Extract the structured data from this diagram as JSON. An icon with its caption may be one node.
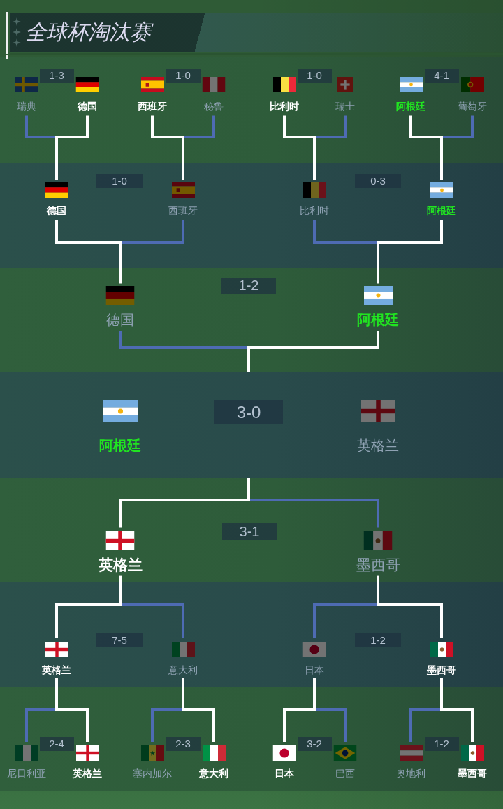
{
  "diagram": {
    "title": "全球杯淘汰赛",
    "nodes": [
      {
        "text": [],
        "shape": "band"
      },
      {
        "text": [
          "瑞典"
        ],
        "in": 0
      },
      {
        "text": [
          "1-3"
        ],
        "in": 0
      },
      {
        "text": [
          "德国"
        ],
        "in": 0
      },
      {
        "text": [
          "西班牙"
        ],
        "in": 0
      },
      {
        "text": [
          "1-0"
        ],
        "in": 0
      },
      {
        "text": [
          "秘鲁"
        ],
        "in": 0
      },
      {
        "text": [
          "比利时"
        ],
        "in": 0
      },
      {
        "text": [
          "1-0"
        ],
        "in": 0
      },
      {
        "text": [
          "瑞士"
        ],
        "in": 0
      },
      {
        "text": [
          "阿根廷"
        ],
        "in": 0
      },
      {
        "text": [
          "4-1"
        ],
        "in": 0
      },
      {
        "text": [
          "葡萄牙"
        ],
        "in": 0
      },
      {
        "text": [],
        "shape": "band"
      },
      {
        "text": [
          "德国"
        ],
        "in": 13
      },
      {
        "text": [
          "1-0"
        ],
        "in": 13
      },
      {
        "text": [
          "西班牙"
        ],
        "in": 13
      },
      {
        "text": [
          "比利时"
        ],
        "in": 13
      },
      {
        "text": [
          "0-3"
        ],
        "in": 13
      },
      {
        "text": [
          "阿根廷"
        ],
        "in": 13
      },
      {
        "text": [],
        "shape": "band"
      },
      {
        "text": [
          "德国"
        ],
        "in": 20
      },
      {
        "text": [
          "1-2"
        ],
        "in": 20
      },
      {
        "text": [
          "阿根廷"
        ],
        "in": 20
      },
      {
        "text": [],
        "shape": "band"
      },
      {
        "text": [
          "阿根廷"
        ],
        "in": 24
      },
      {
        "text": [
          "3-0"
        ],
        "in": 24
      },
      {
        "text": [
          "英格兰"
        ],
        "in": 24
      },
      {
        "text": [],
        "shape": "band"
      },
      {
        "text": [
          "英格兰"
        ],
        "in": 28
      },
      {
        "text": [
          "3-1"
        ],
        "in": 28
      },
      {
        "text": [
          "墨西哥"
        ],
        "in": 28
      },
      {
        "text": [],
        "shape": "band"
      },
      {
        "text": [
          "英格兰"
        ],
        "in": 32
      },
      {
        "text": [
          "7-5"
        ],
        "in": 32
      },
      {
        "text": [
          "意大利"
        ],
        "in": 32
      },
      {
        "text": [
          "日本"
        ],
        "in": 32
      },
      {
        "text": [
          "1-2"
        ],
        "in": 32
      },
      {
        "text": [
          "墨西哥"
        ],
        "in": 32
      },
      {
        "text": [],
        "shape": "band"
      },
      {
        "text": [
          "尼日利亚"
        ],
        "in": 39
      },
      {
        "text": [
          "2-4"
        ],
        "in": 39
      },
      {
        "text": [
          "英格兰"
        ],
        "in": 39
      },
      {
        "text": [
          "塞内加尔"
        ],
        "in": 39
      },
      {
        "text": [
          "2-3"
        ],
        "in": 39
      },
      {
        "text": [
          "意大利"
        ],
        "in": 39
      },
      {
        "text": [
          "日本"
        ],
        "in": 39
      },
      {
        "text": [
          "3-2"
        ],
        "in": 39
      },
      {
        "text": [
          "巴西"
        ],
        "in": 39
      },
      {
        "text": [
          "奥地利"
        ],
        "in": 39
      },
      {
        "text": [
          "1-2"
        ],
        "in": 39
      },
      {
        "text": [
          "墨西哥"
        ],
        "in": 39
      }
    ],
    "edges": [
      {
        "from": 1,
        "to": 14,
        "arrow": "none",
        "color": "#4e6bb3"
      },
      {
        "from": 3,
        "to": 14,
        "arrow": "none",
        "color": "#ffffff"
      },
      {
        "from": 4,
        "to": 16,
        "arrow": "none",
        "color": "#ffffff"
      },
      {
        "from": 6,
        "to": 16,
        "arrow": "none",
        "color": "#4e6bb3"
      },
      {
        "from": 7,
        "to": 17,
        "arrow": "none",
        "color": "#ffffff"
      },
      {
        "from": 9,
        "to": 17,
        "arrow": "none",
        "color": "#4e6bb3"
      },
      {
        "from": 10,
        "to": 19,
        "arrow": "none",
        "color": "#ffffff"
      },
      {
        "from": 12,
        "to": 19,
        "arrow": "none",
        "color": "#4e6bb3"
      },
      {
        "from": 14,
        "to": 21,
        "arrow": "none",
        "color": "#ffffff"
      },
      {
        "from": 16,
        "to": 21,
        "arrow": "none",
        "color": "#4e6bb3"
      },
      {
        "from": 17,
        "to": 23,
        "arrow": "none",
        "color": "#4e6bb3"
      },
      {
        "from": 19,
        "to": 23,
        "arrow": "none",
        "color": "#ffffff"
      },
      {
        "from": 21,
        "to": 24,
        "arrow": "none",
        "color": "#4e6bb3"
      },
      {
        "from": 23,
        "to": 24,
        "arrow": "none",
        "color": "#ffffff"
      },
      {
        "from": 29,
        "to": 24,
        "arrow": "none",
        "color": "#ffffff"
      },
      {
        "from": 31,
        "to": 24,
        "arrow": "none",
        "color": "#4e6bb3"
      },
      {
        "from": 33,
        "to": 29,
        "arrow": "none",
        "color": "#ffffff"
      },
      {
        "from": 35,
        "to": 29,
        "arrow": "none",
        "color": "#4e6bb3"
      },
      {
        "from": 36,
        "to": 31,
        "arrow": "none",
        "color": "#4e6bb3"
      },
      {
        "from": 38,
        "to": 31,
        "arrow": "none",
        "color": "#ffffff"
      },
      {
        "from": 40,
        "to": 33,
        "arrow": "none",
        "color": "#4e6bb3"
      },
      {
        "from": 42,
        "to": 33,
        "arrow": "none",
        "color": "#ffffff"
      },
      {
        "from": 43,
        "to": 35,
        "arrow": "none",
        "color": "#4e6bb3"
      },
      {
        "from": 45,
        "to": 35,
        "arrow": "none",
        "color": "#ffffff"
      },
      {
        "from": 46,
        "to": 36,
        "arrow": "none",
        "color": "#ffffff"
      },
      {
        "from": 48,
        "to": 36,
        "arrow": "none",
        "color": "#4e6bb3"
      },
      {
        "from": 49,
        "to": 38,
        "arrow": "none",
        "color": "#4e6bb3"
      },
      {
        "from": 51,
        "to": 38,
        "arrow": "none",
        "color": "#ffffff"
      }
    ]
  }
}
